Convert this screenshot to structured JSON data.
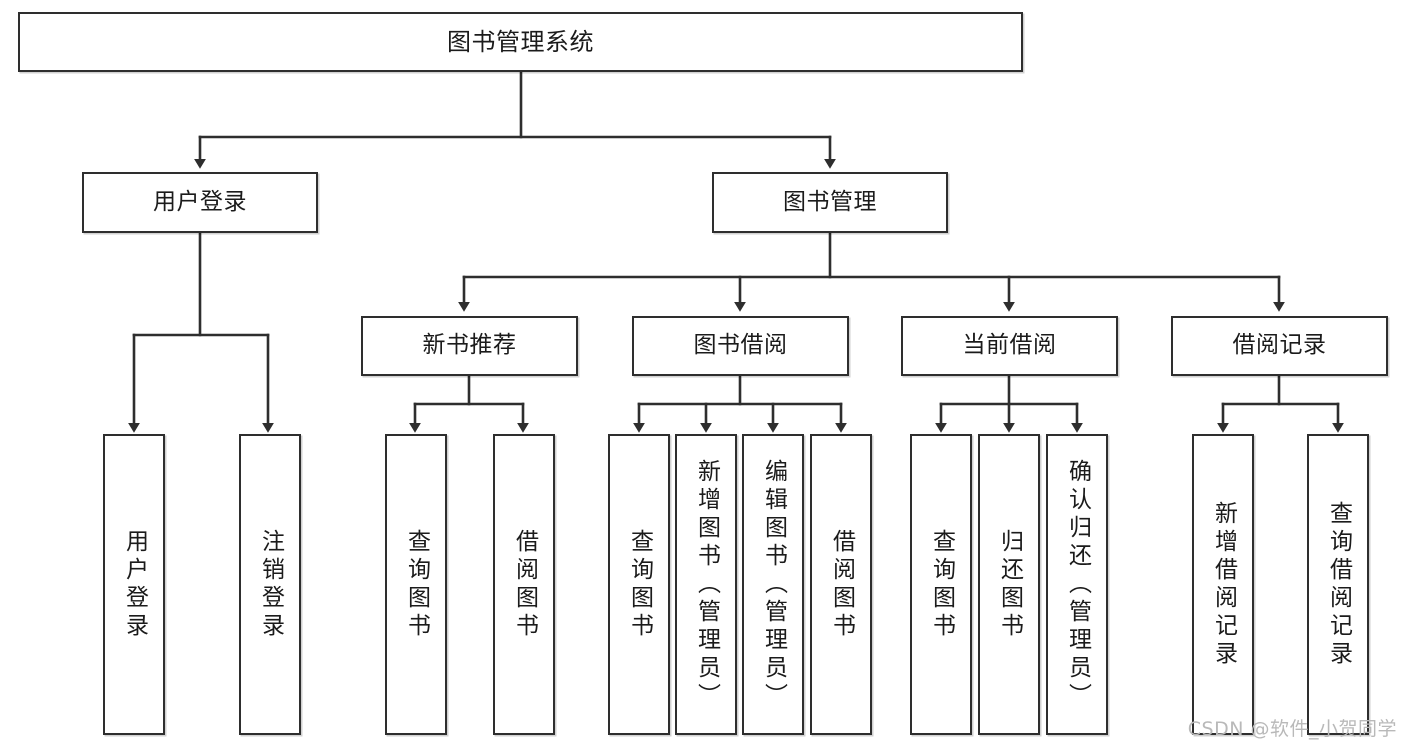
{
  "diagram": {
    "type": "tree",
    "title": "图书管理系统",
    "orientation": "top-down",
    "colors": {
      "box_border": "#2e2e2e",
      "box_fill": "#ffffff",
      "edge": "#2e2e2e",
      "text": "#1b1b1b",
      "watermark": "#b9b9b9",
      "background": "#ffffff"
    },
    "nodes": {
      "root": {
        "label": "图书管理系统"
      },
      "level1": [
        {
          "id": "user-login",
          "label": "用户登录"
        },
        {
          "id": "book-manage",
          "label": "图书管理"
        }
      ],
      "level2": [
        {
          "id": "new-book-rec",
          "label": "新书推荐"
        },
        {
          "id": "book-borrow",
          "label": "图书借阅"
        },
        {
          "id": "current-borrow",
          "label": "当前借阅"
        },
        {
          "id": "borrow-record",
          "label": "借阅记录"
        }
      ],
      "leaves": {
        "user-login": [
          {
            "id": "leaf-user-login",
            "label": "用户登录"
          },
          {
            "id": "leaf-logout-login",
            "label": "注销登录"
          }
        ],
        "new-book-rec": [
          {
            "id": "leaf-query-book-1",
            "label": "查询图书"
          },
          {
            "id": "leaf-borrow-book-1",
            "label": "借阅图书"
          }
        ],
        "book-borrow": [
          {
            "id": "leaf-query-book-2",
            "label": "查询图书"
          },
          {
            "id": "leaf-add-book",
            "label": "新增图书（管理员）"
          },
          {
            "id": "leaf-edit-book",
            "label": "编辑图书（管理员）"
          },
          {
            "id": "leaf-borrow-book-2",
            "label": "借阅图书"
          }
        ],
        "current-borrow": [
          {
            "id": "leaf-query-book-3",
            "label": "查询图书"
          },
          {
            "id": "leaf-return-book",
            "label": "归还图书"
          },
          {
            "id": "leaf-confirm-return",
            "label": "确认归还（管理员）"
          }
        ],
        "borrow-record": [
          {
            "id": "leaf-add-record",
            "label": "新增借阅记录"
          },
          {
            "id": "leaf-query-record",
            "label": "查询借阅记录"
          }
        ]
      }
    },
    "watermark": "CSDN @软件_小贺同学"
  }
}
